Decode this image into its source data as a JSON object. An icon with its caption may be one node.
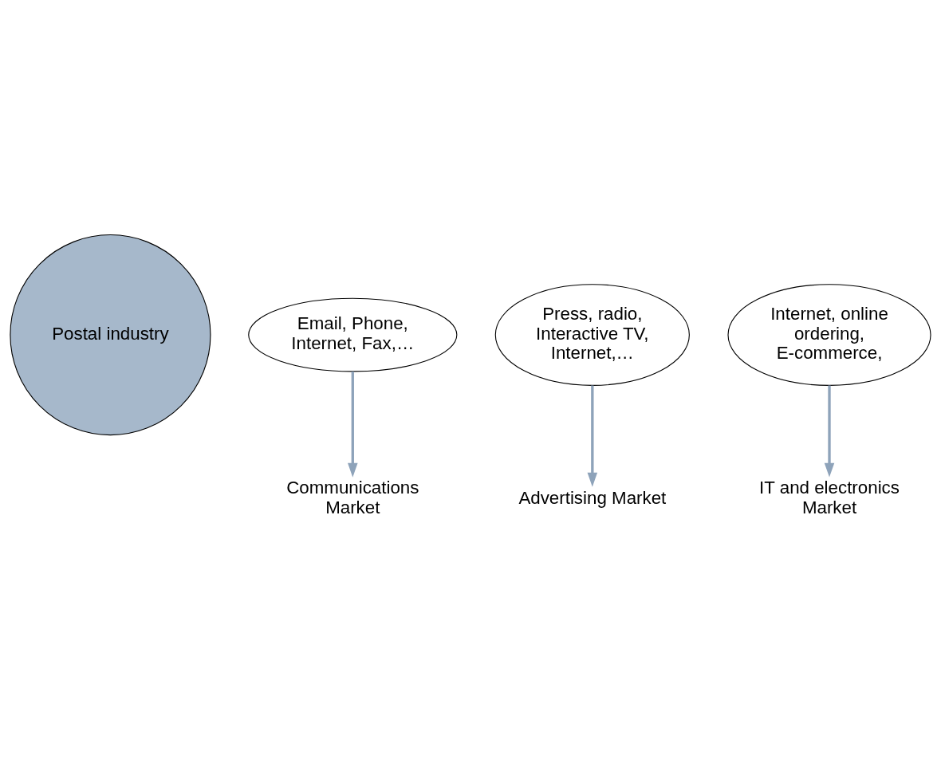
{
  "diagram": {
    "nodes": [
      {
        "text": [
          "Postal industry"
        ]
      },
      {
        "text": [
          "Email, Phone, Internet, Fax,…"
        ]
      },
      {
        "text": [
          "Press, radio, Interactive TV, Internet,…"
        ]
      },
      {
        "text": [
          "Internet, online ordering, E-commerce,"
        ]
      },
      {
        "text": [
          "Communications",
          "Market"
        ]
      },
      {
        "text": [
          "Advertising Market"
        ]
      },
      {
        "text": [
          "IT and electronics Market"
        ]
      }
    ],
    "edges": [
      {
        "from": 1,
        "to": 4,
        "arrow": "to"
      },
      {
        "from": 2,
        "to": 5,
        "arrow": "to"
      },
      {
        "from": 3,
        "to": 6,
        "arrow": "to"
      }
    ]
  }
}
